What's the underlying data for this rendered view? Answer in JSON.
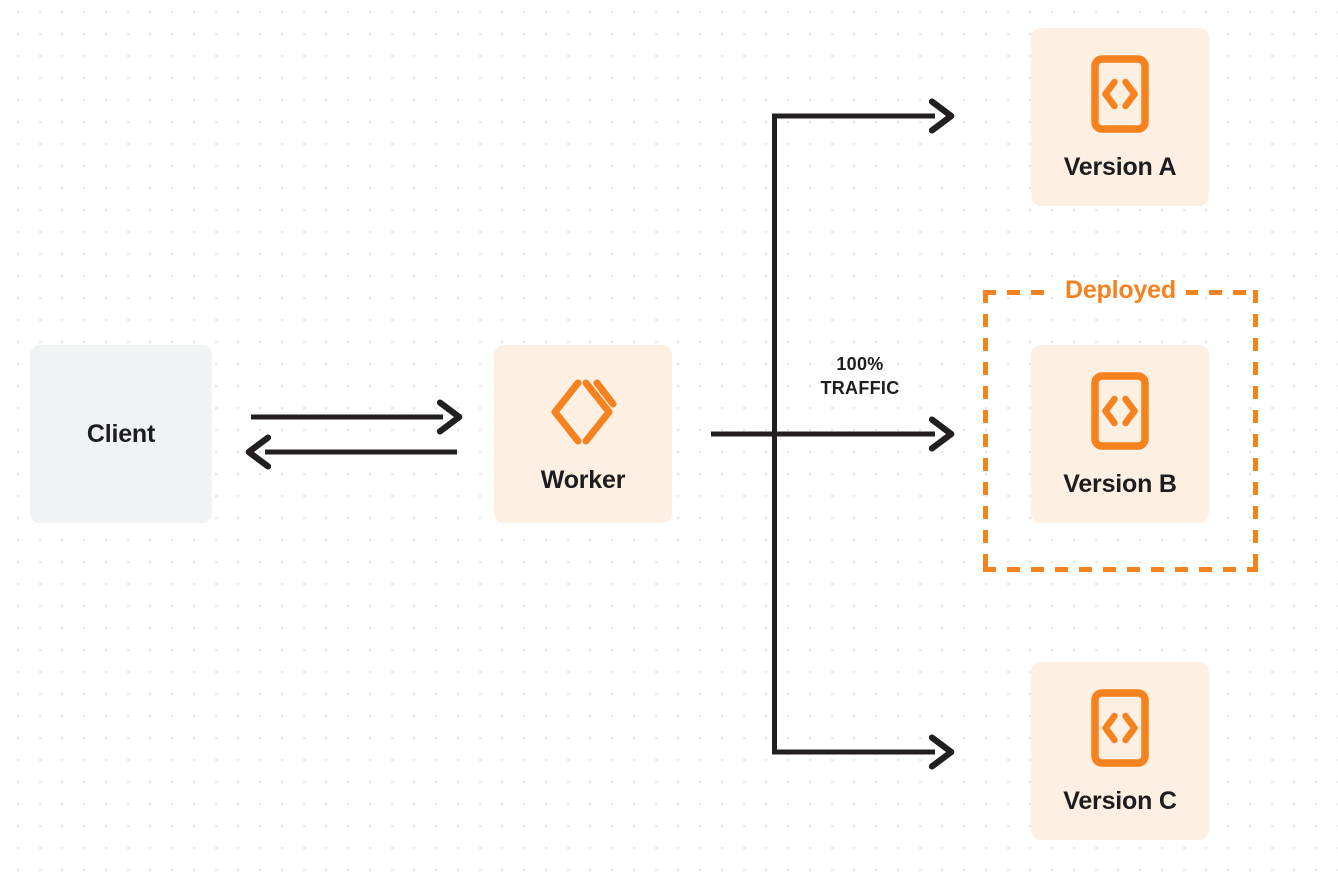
{
  "diagram": {
    "title": "Worker version traffic routing",
    "background": "#ffffff",
    "dot_grid_color": "#e7e8ea",
    "accent_color": "#f6821f",
    "node_fill_orange": "#fdf0e2",
    "node_fill_gray": "#f1f2f4",
    "line_color": "#231f20"
  },
  "nodes": {
    "client": {
      "label": "Client",
      "icon": "none"
    },
    "worker": {
      "label": "Worker",
      "icon": "cloudflare-workers-logo"
    },
    "version_a": {
      "label": "Version A",
      "icon": "code-file-icon"
    },
    "version_b": {
      "label": "Version B",
      "icon": "code-file-icon"
    },
    "version_c": {
      "label": "Version C",
      "icon": "code-file-icon"
    }
  },
  "groups": {
    "deployed": {
      "label": "Deployed"
    }
  },
  "connectors": {
    "client_to_worker": {
      "label": "",
      "direction": "right"
    },
    "worker_to_client": {
      "label": "",
      "direction": "left"
    },
    "traffic": {
      "percent": "100%",
      "unit": "TRAFFIC"
    }
  }
}
